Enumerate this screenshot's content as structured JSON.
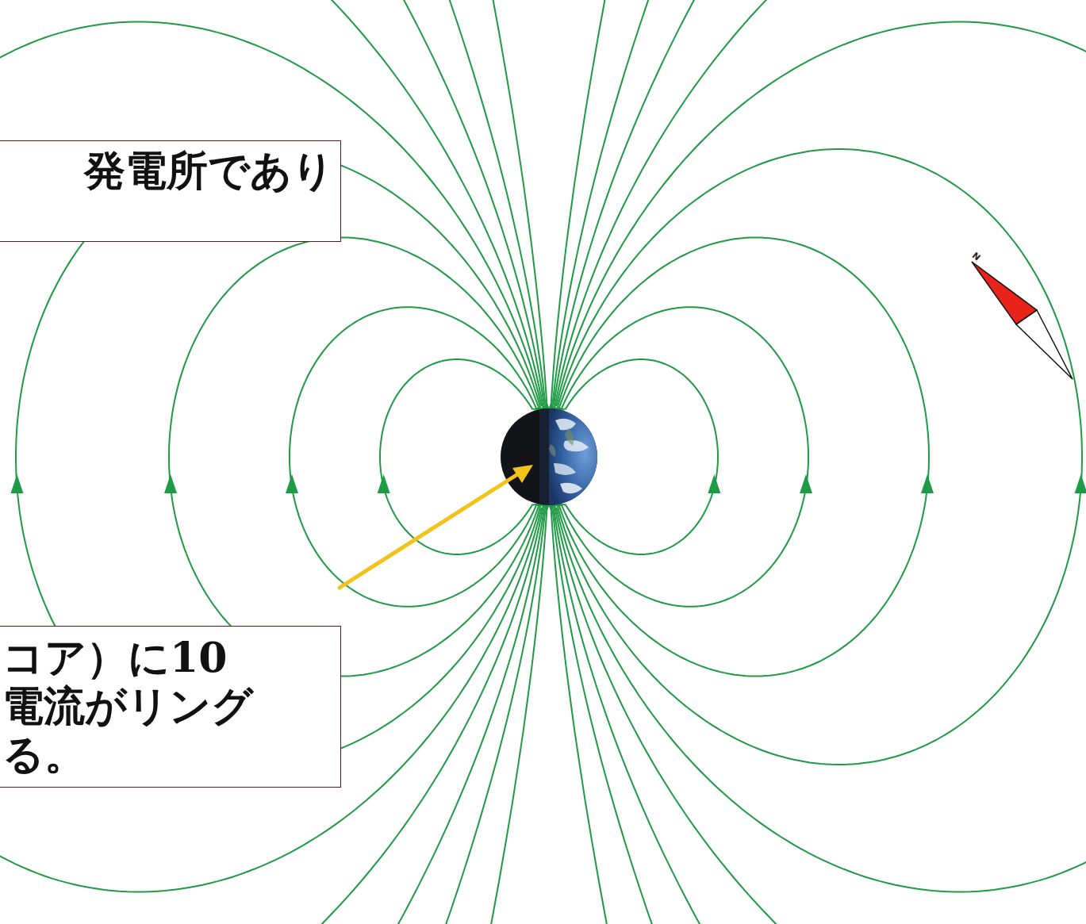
{
  "diagram": {
    "nodes": [
      {
        "text": [
          "発電所であり"
        ]
      },
      {
        "text": [
          "コア）に10 電流がリング る。"
        ]
      }
    ],
    "labels": [
      "N"
    ]
  }
}
